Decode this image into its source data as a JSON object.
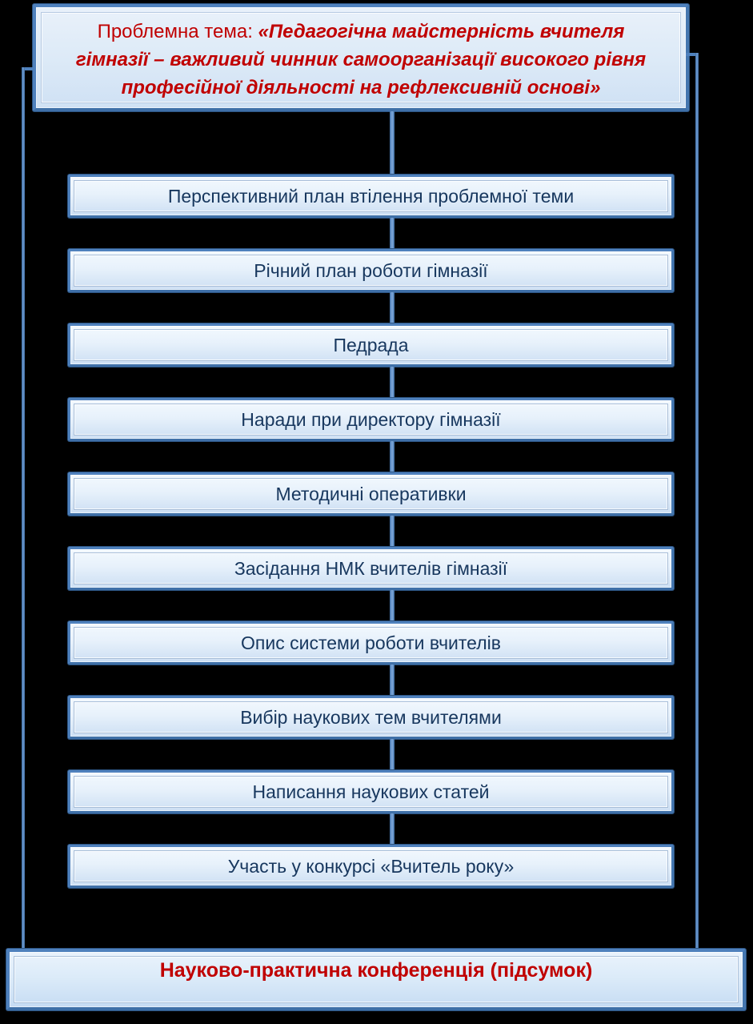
{
  "colors": {
    "background": "#000000",
    "border_blue": "#4f81bd",
    "border_blue_dark": "#2d5583",
    "flow_text_navy": "#17375e",
    "title_red": "#c00000"
  },
  "title_box": {
    "prefix": "Проблемна  тема:",
    "quote": "«Педагогічна майстерність вчителя гімназії – важливий чинник самоорганізації високого рівня професійної діяльності на рефлексивній основі»"
  },
  "steps": [
    "Перспективний план втілення проблемної теми",
    "Річний план роботи гімназії",
    "Педрада",
    "Наради при директору гімназії",
    "Методичні оперативки",
    "Засідання НМК вчителів гімназії",
    "Опис системи роботи вчителів",
    "Вибір наукових тем вчителями",
    "Написання наукових статей",
    "Участь у конкурсі «Вчитель року»"
  ],
  "footer_box": {
    "label": "Науково-практична  конференція   (підсумок)"
  }
}
